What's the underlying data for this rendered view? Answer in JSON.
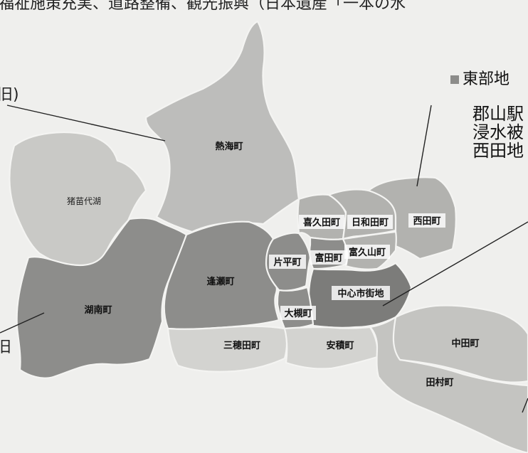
{
  "header_text": "福祉施策充実、道路整備、観光振興（日本遺産「一本の水",
  "left_labels": {
    "top": "旧)",
    "bottom": "旧"
  },
  "legend": {
    "title": "東部地",
    "lines": [
      "郡山駅",
      "浸水被",
      "西田地"
    ]
  },
  "districts": [
    {
      "id": "atami",
      "name": "熱海町",
      "tone": "#bdbdbb"
    },
    {
      "id": "inawashiro",
      "name": "猪苗代湖",
      "tone": "#c9c9c6"
    },
    {
      "id": "konan",
      "name": "湖南町",
      "tone": "#8d8d8b"
    },
    {
      "id": "osezawa",
      "name": "逢瀬町",
      "tone": "#8d8d8b"
    },
    {
      "id": "katahira",
      "name": "片平町",
      "tone": "#8d8d8b"
    },
    {
      "id": "kikuta",
      "name": "喜久田町",
      "tone": "#b2b2af"
    },
    {
      "id": "hiwada",
      "name": "日和田町",
      "tone": "#b2b2af"
    },
    {
      "id": "nishita",
      "name": "西田町",
      "tone": "#b2b2af"
    },
    {
      "id": "tomita",
      "name": "富田町",
      "tone": "#8d8d8b"
    },
    {
      "id": "tomikusan",
      "name": "富久山町",
      "tone": "#b2b2af"
    },
    {
      "id": "chushin",
      "name": "中心市街地",
      "tone": "#7c7c7a"
    },
    {
      "id": "otsuki",
      "name": "大槻町",
      "tone": "#8d8d8b"
    },
    {
      "id": "mihota",
      "name": "三穂田町",
      "tone": "#d3d3d0"
    },
    {
      "id": "asaka",
      "name": "安積町",
      "tone": "#d3d3d0"
    },
    {
      "id": "nakata",
      "name": "中田町",
      "tone": "#c4c4c1"
    },
    {
      "id": "tamura",
      "name": "田村町",
      "tone": "#c4c4c1"
    }
  ]
}
